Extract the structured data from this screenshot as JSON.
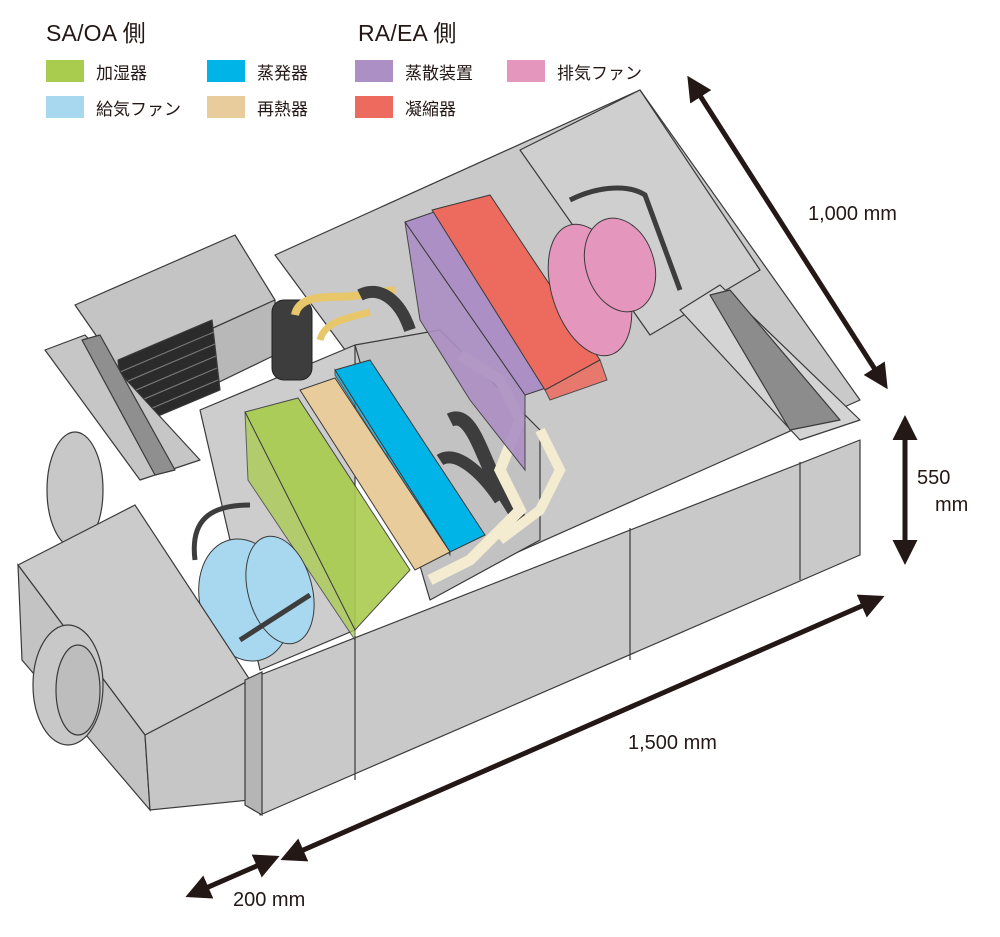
{
  "legend": {
    "groups": [
      {
        "title": "SA/OA 側",
        "items": [
          {
            "label": "加湿器",
            "color": "#a9cc4e"
          },
          {
            "label": "蒸発器",
            "color": "#00b4e8"
          },
          {
            "label": "給気ファン",
            "color": "#a8d8f0"
          },
          {
            "label": "再熱器",
            "color": "#e9cc9c"
          }
        ]
      },
      {
        "title": "RA/EA 側",
        "items": [
          {
            "label": "蒸散装置",
            "color": "#ac8fc4"
          },
          {
            "label": "排気ファン",
            "color": "#e596bc"
          },
          {
            "label": "凝縮器",
            "color": "#ec6a5e"
          }
        ]
      }
    ]
  },
  "dimensions": {
    "depth": "1,000 mm",
    "height_value": "550",
    "height_unit": "mm",
    "length": "1,500 mm",
    "duct": "200 mm"
  },
  "colors": {
    "casing": "#c8c8c8",
    "casing_dark": "#9a9a9a",
    "outline": "#3a3a3a",
    "arrow": "#231815",
    "pipe": "#4a4a4a",
    "copper": "#e8c66a",
    "insulation": "#f3ecd0"
  }
}
